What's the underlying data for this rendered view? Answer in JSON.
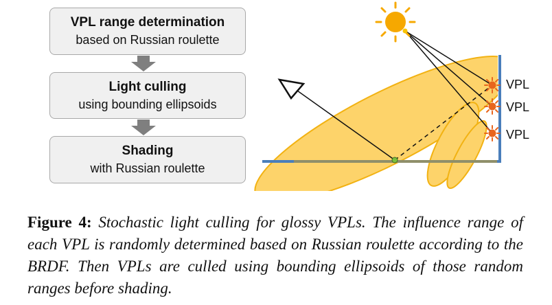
{
  "flowchart": {
    "steps": [
      {
        "title": "VPL range determination",
        "subtitle": "based on Russian roulette"
      },
      {
        "title": "Light culling",
        "subtitle": "using bounding ellipsoids"
      },
      {
        "title": "Shading",
        "subtitle": "with Russian roulette"
      }
    ]
  },
  "illustration": {
    "vpl_labels": [
      "VPL",
      "VPL",
      "VPL"
    ],
    "colors": {
      "ellipse_fill": "#fdd36a",
      "ellipse_stroke": "#f2b212",
      "wall": "#4a7ebb",
      "floor": "#8f8f6a",
      "sun": "#f6a800",
      "vpl": "#e8651d",
      "shading_point": "#7cbf3f",
      "box_fill": "#f0f0f0",
      "arrow": "#7f7f7f"
    },
    "icons": [
      "sun-icon",
      "vpl-icon",
      "camera-icon"
    ]
  },
  "caption": {
    "label": "Figure 4:",
    "text": "Stochastic light culling for glossy VPLs. The influence range of each VPL is randomly determined based on Russian roulette according to the BRDF. Then VPLs are culled using bounding ellipsoids of those random ranges before shading."
  }
}
